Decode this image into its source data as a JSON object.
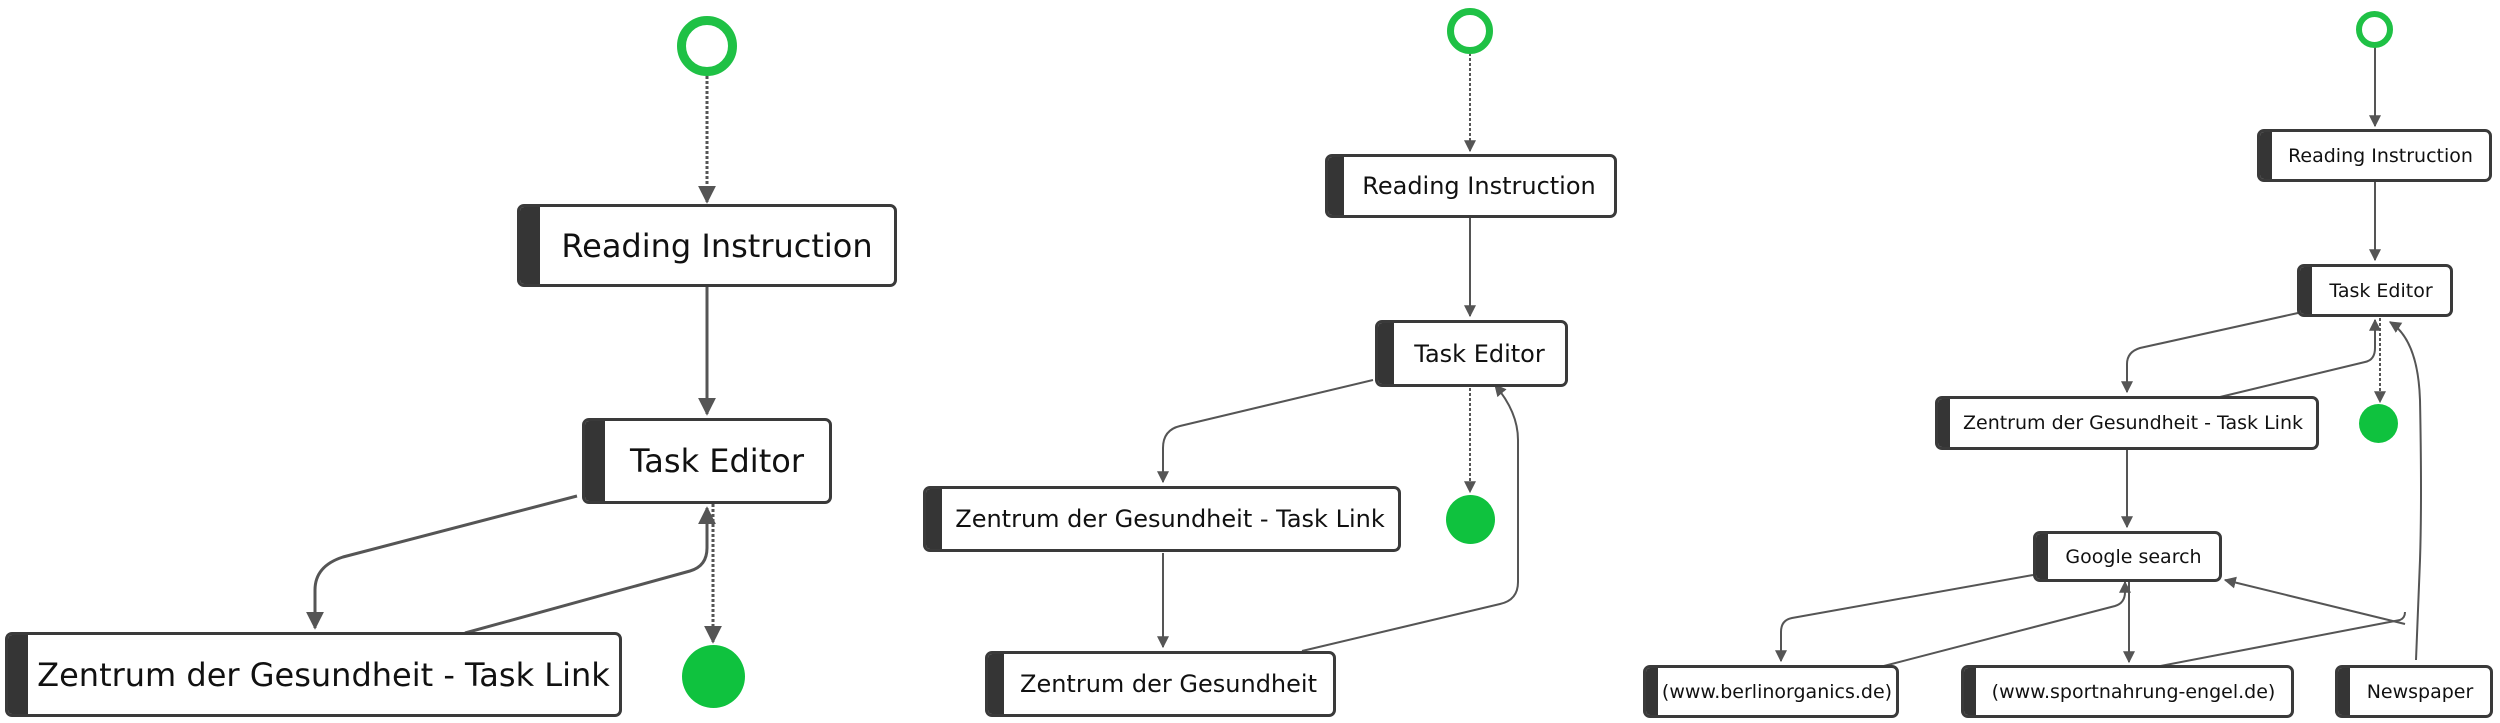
{
  "colors": {
    "start_ring": "#1fc145",
    "end_fill": "#0fc23e",
    "node_border": "#3a3a3a",
    "node_bar": "#353535",
    "edge": "#555555"
  },
  "diagrams": [
    {
      "nodes": {
        "reading": "Reading Instruction",
        "task": "Task Editor",
        "zentrum_link": "Zentrum der Gesundheit - Task Link"
      }
    },
    {
      "nodes": {
        "reading": "Reading Instruction",
        "task": "Task Editor",
        "zentrum_link": "Zentrum der Gesundheit - Task Link",
        "zentrum": "Zentrum der Gesundheit"
      }
    },
    {
      "nodes": {
        "reading": "Reading Instruction",
        "task": "Task Editor",
        "zentrum_link": "Zentrum der Gesundheit - Task Link",
        "google": "Google search",
        "berlin": "(www.berlinorganics.de)",
        "sport": "(www.sportnahrung-engel.de)",
        "newspaper": "Newspaper"
      }
    }
  ]
}
